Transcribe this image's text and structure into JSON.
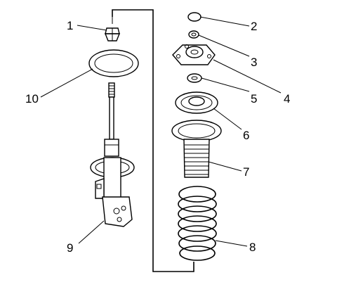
{
  "diagram": {
    "callouts": [
      {
        "number": "1",
        "part": "strut-top-nut"
      },
      {
        "number": "2",
        "part": "cap"
      },
      {
        "number": "3",
        "part": "nut"
      },
      {
        "number": "4",
        "part": "strut-mount"
      },
      {
        "number": "5",
        "part": "washer"
      },
      {
        "number": "6",
        "part": "spring-seat-bearing"
      },
      {
        "number": "7",
        "part": "dust-boot-bumper"
      },
      {
        "number": "8",
        "part": "coil-spring"
      },
      {
        "number": "9",
        "part": "strut-assembly"
      },
      {
        "number": "10",
        "part": "spring-insulator"
      }
    ]
  }
}
